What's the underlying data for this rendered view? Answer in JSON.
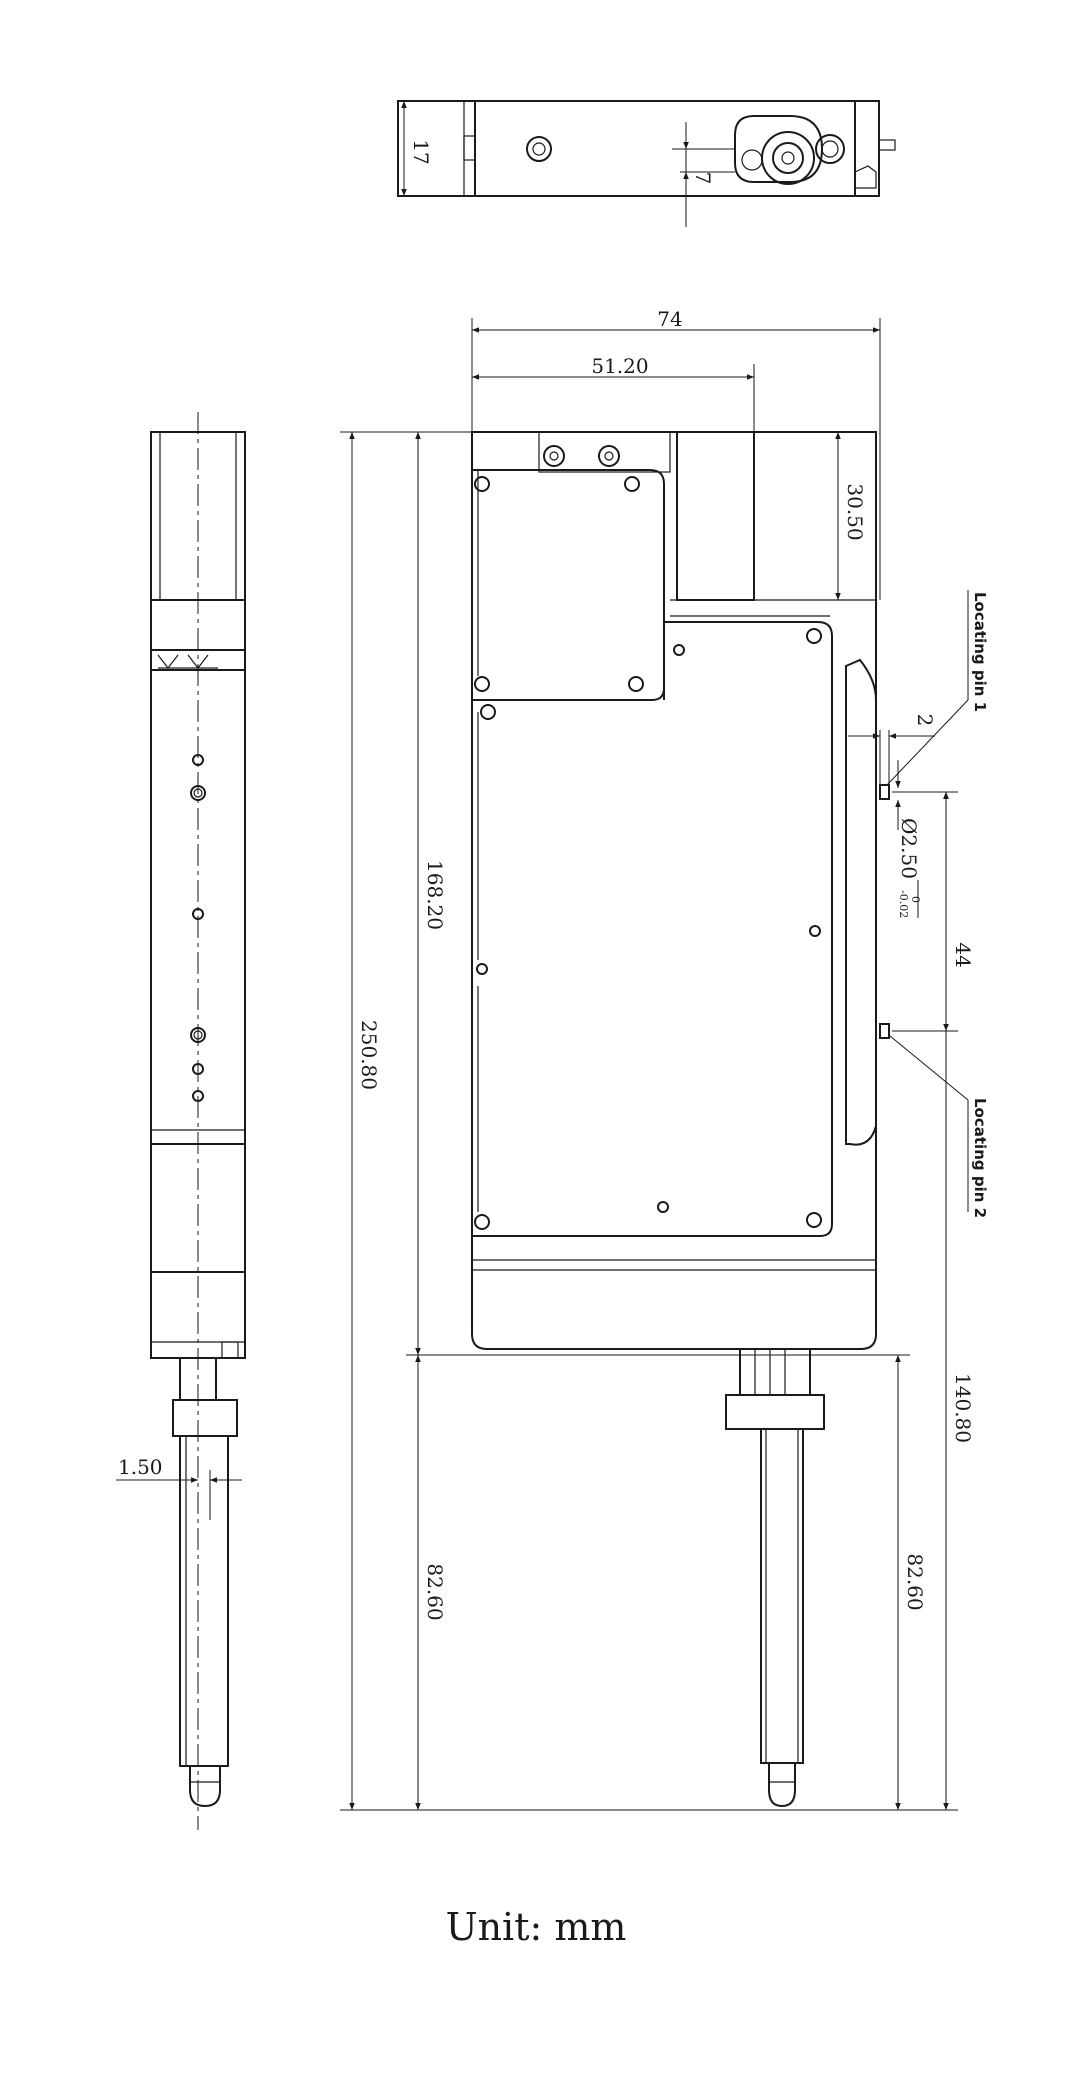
{
  "dimensions": {
    "top_height": "17",
    "top_offset": "7",
    "overall_width": "74",
    "partial_width": "51.20",
    "top_block_height": "30.50",
    "pin_offset": "2",
    "pin_diameter": "Ø2.50",
    "pin_tolerance_upper": "0",
    "pin_tolerance_lower": "-0.02",
    "pin_spacing": "44",
    "body_height": "168.20",
    "overall_height": "250.80",
    "rod_length_left": "82.60",
    "rod_length_right": "82.60",
    "height_140": "140.80",
    "rod_offset": "1.50"
  },
  "labels": {
    "locating_pin_1": "Locating pin 1",
    "locating_pin_2": "Locating pin 2"
  },
  "footer": {
    "unit": "Unit: mm"
  }
}
